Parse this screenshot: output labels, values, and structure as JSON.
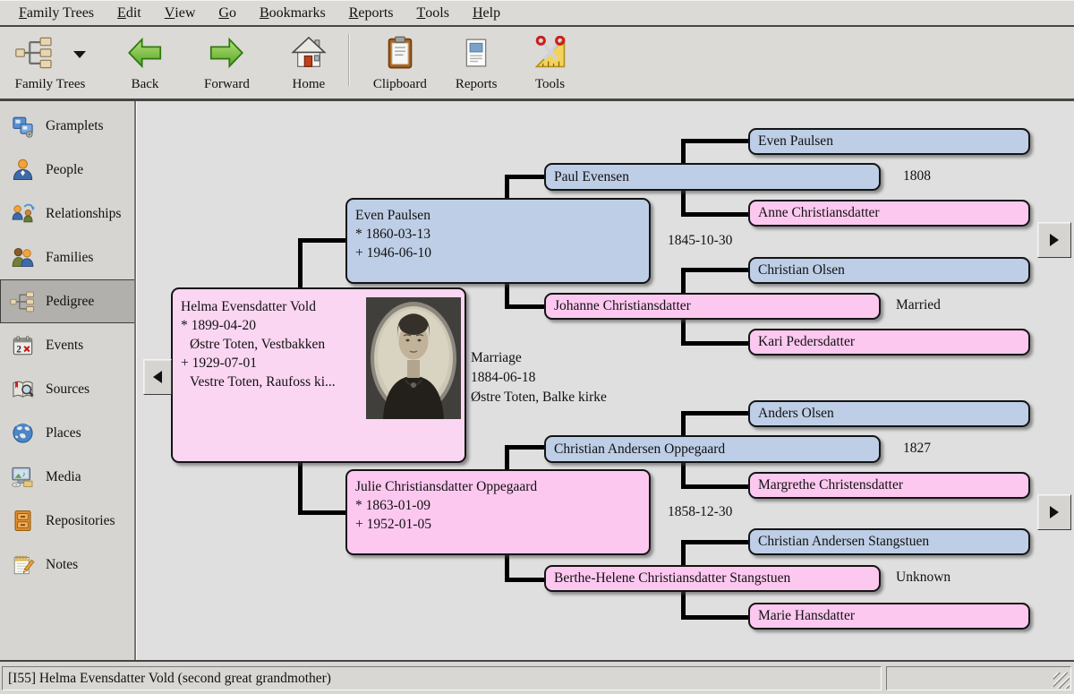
{
  "menu": {
    "items": [
      {
        "m": "F",
        "rest": "amily Trees"
      },
      {
        "m": "E",
        "rest": "dit"
      },
      {
        "m": "V",
        "rest": "iew"
      },
      {
        "m": "G",
        "rest": "o"
      },
      {
        "m": "B",
        "rest": "ookmarks"
      },
      {
        "m": "R",
        "rest": "eports"
      },
      {
        "m": "T",
        "rest": "ools"
      },
      {
        "m": "H",
        "rest": "elp"
      }
    ]
  },
  "toolbar": {
    "buttons": [
      {
        "label": "Family Trees",
        "icon": "family-trees-icon"
      },
      {
        "label": "Back",
        "icon": "back-icon"
      },
      {
        "label": "Forward",
        "icon": "forward-icon"
      },
      {
        "label": "Home",
        "icon": "home-icon"
      },
      {
        "label": "Clipboard",
        "icon": "clipboard-icon"
      },
      {
        "label": "Reports",
        "icon": "reports-icon"
      },
      {
        "label": "Tools",
        "icon": "tools-icon"
      }
    ]
  },
  "sidebar": {
    "selected": "Pedigree",
    "items": [
      {
        "label": "Gramplets",
        "icon": "gramplets-icon"
      },
      {
        "label": "People",
        "icon": "people-icon"
      },
      {
        "label": "Relationships",
        "icon": "relationships-icon"
      },
      {
        "label": "Families",
        "icon": "families-icon"
      },
      {
        "label": "Pedigree",
        "icon": "pedigree-icon"
      },
      {
        "label": "Events",
        "icon": "events-icon"
      },
      {
        "label": "Sources",
        "icon": "sources-icon"
      },
      {
        "label": "Places",
        "icon": "places-icon"
      },
      {
        "label": "Media",
        "icon": "media-icon"
      },
      {
        "label": "Repositories",
        "icon": "repositories-icon"
      },
      {
        "label": "Notes",
        "icon": "notes-icon"
      }
    ]
  },
  "pedigree": {
    "main": {
      "name": "Helma Evensdatter Vold",
      "birth": "* 1899-04-20",
      "birth_place": "Østre Toten, Vestbakken",
      "death": "+ 1929-07-01",
      "death_place": "Vestre Toten, Raufoss ki..."
    },
    "father": {
      "name": "Even Paulsen",
      "birth": "* 1860-03-13",
      "death": "+ 1946-06-10"
    },
    "mother": {
      "name": "Julie Christiansdatter Oppegaard",
      "birth": "* 1863-01-09",
      "death": "+ 1952-01-05"
    },
    "marriage": {
      "label": "Marriage",
      "date": "1884-06-18",
      "place": "Østre Toten, Balke kirke"
    },
    "father_marriage_date": "1845-10-30",
    "mother_marriage_date": "1858-12-30",
    "gen2": [
      {
        "name": "Paul Evensen",
        "note": "1808"
      },
      {
        "name": "Johanne Christiansdatter",
        "note": "Married"
      },
      {
        "name": "Christian Andersen Oppegaard",
        "note": "1827"
      },
      {
        "name": "Berthe-Helene Christiansdatter Stangstuen",
        "note": "Unknown"
      }
    ],
    "gen3": [
      {
        "name": "Even Paulsen"
      },
      {
        "name": "Anne Christiansdatter"
      },
      {
        "name": "Christian Olsen"
      },
      {
        "name": "Kari Pedersdatter"
      },
      {
        "name": "Anders Olsen"
      },
      {
        "name": "Margrethe Christensdatter"
      },
      {
        "name": "Christian Andersen Stangstuen"
      },
      {
        "name": "Marie Hansdatter"
      }
    ]
  },
  "colors": {
    "male": "#becee6",
    "female": "#fdc8f0",
    "female_main": "#fbd6f2",
    "connector": "#000000",
    "canvas_bg": "#dfdfdf"
  },
  "statusbar": {
    "text": "[I55] Helma Evensdatter Vold (second great grandmother)"
  }
}
